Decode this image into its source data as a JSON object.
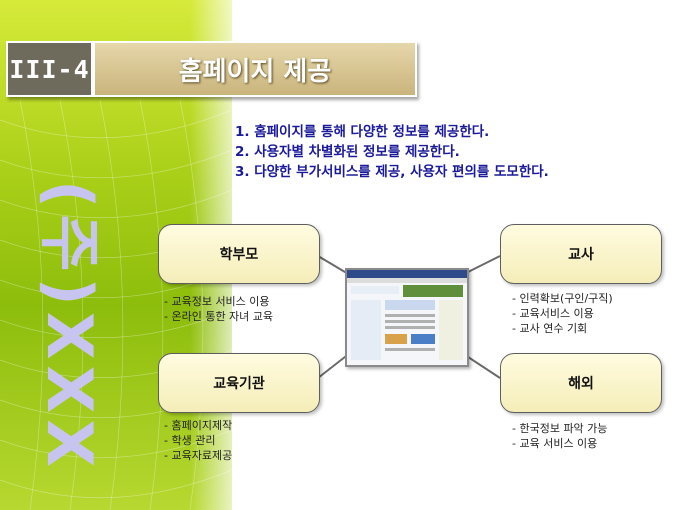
{
  "slide": {
    "number": "III-4",
    "title": "홈페이지 제공"
  },
  "bullets": [
    "1. 홈페이지를 통해 다양한 정보를 제공한다.",
    "2. 사용자별 차별화된 정보를 제공한다.",
    "3. 다양한 부가서비스를 제공, 사용자 편의를 도모한다."
  ],
  "watermark": {
    "text": "(주)XXX"
  },
  "nodes": {
    "parents": {
      "label": "학부모",
      "items": [
        "- 교육정보 서비스 이용",
        "- 온라인 통한 자녀 교육"
      ]
    },
    "teachers": {
      "label": "교사",
      "items": [
        "- 인력확보(구인/구직)",
        "- 교육서비스 이용",
        "- 교사 연수 기회"
      ]
    },
    "institutions": {
      "label": "교육기관",
      "items": [
        "- 홈페이지제작",
        "- 학생 관리",
        "- 교육자료제공"
      ]
    },
    "overseas": {
      "label": "해외",
      "items": [
        "- 한국정보 파악 가능",
        "- 교육 서비스 이용"
      ]
    }
  },
  "colors": {
    "bullet_text": "#1a1a9a",
    "watermark": "#c8c4f0",
    "node_fill": "#f5edb8",
    "band_green": "#a9cf18"
  }
}
